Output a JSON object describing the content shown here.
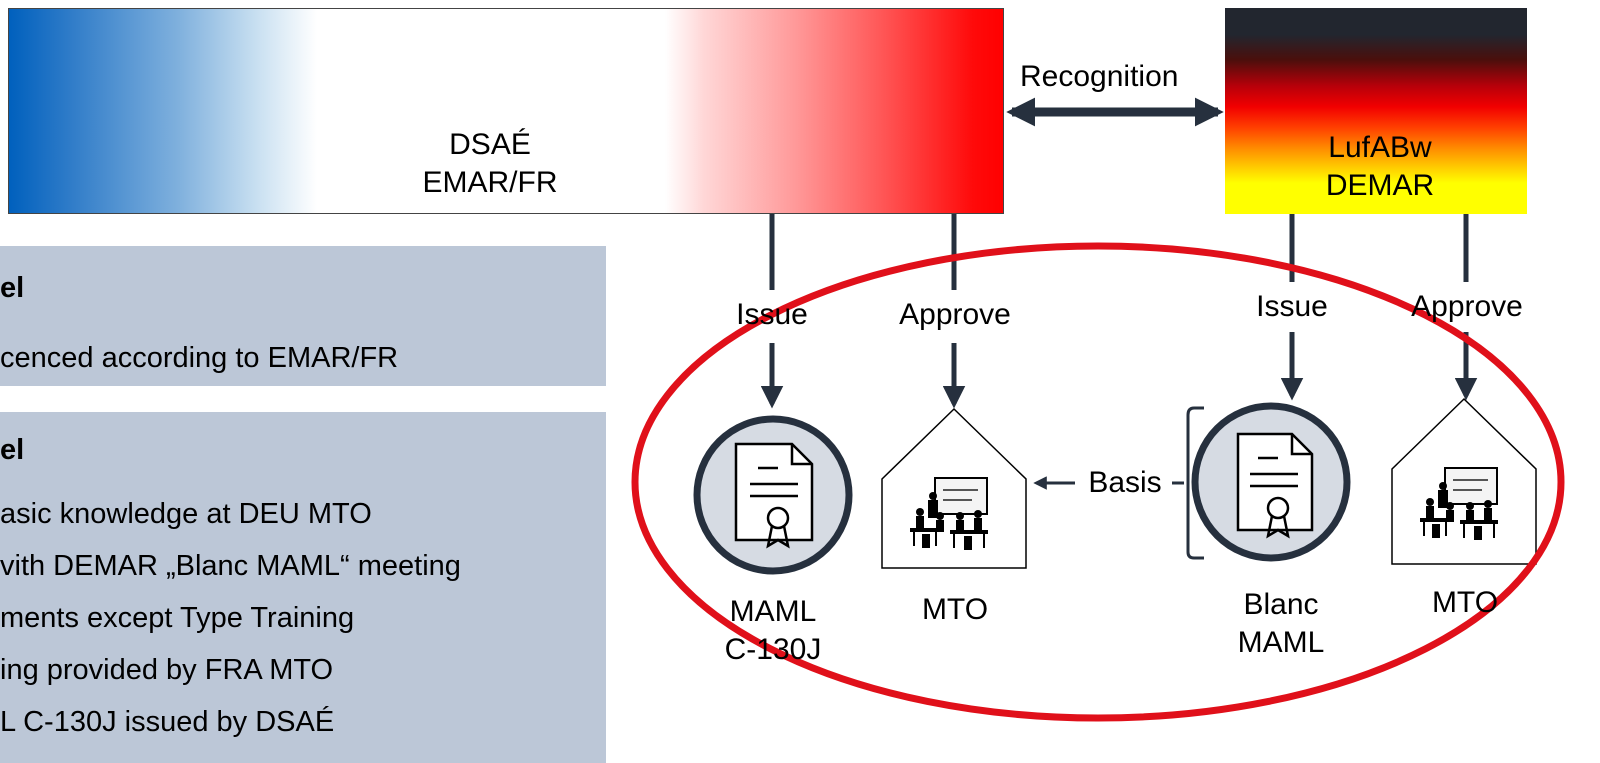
{
  "fra_authority": {
    "line1": "DSAÉ",
    "line2": "EMAR/FR"
  },
  "deu_authority": {
    "line1": "LufABw",
    "line2": "DEMAR"
  },
  "recognition": "Recognition",
  "panels": [
    {
      "heading": "el",
      "lines": [
        "cenced according to EMAR/FR"
      ]
    },
    {
      "heading": "el",
      "lines": [
        "asic knowledge at DEU MTO",
        "vith DEMAR „Blanc MAML“ meeting",
        "ments except Type Training",
        "ing provided by FRA MTO",
        "L C-130J issued by DSAÉ"
      ]
    }
  ],
  "flows": {
    "fra_issue": "Issue",
    "fra_approve": "Approve",
    "deu_issue": "Issue",
    "deu_approve": "Approve",
    "basis": "Basis"
  },
  "items": {
    "maml_c130j": {
      "line1": "MAML",
      "line2": "C-130J"
    },
    "fra_mto": "MTO",
    "blanc_maml": {
      "line1": "Blanc",
      "line2": "MAML"
    },
    "deu_mto": "MTO"
  },
  "colors": {
    "ellipse": "#e0101a",
    "arrow": "#26303e",
    "panel": "#bcc7d7",
    "icon_circle_fill": "#d6dbe3"
  }
}
